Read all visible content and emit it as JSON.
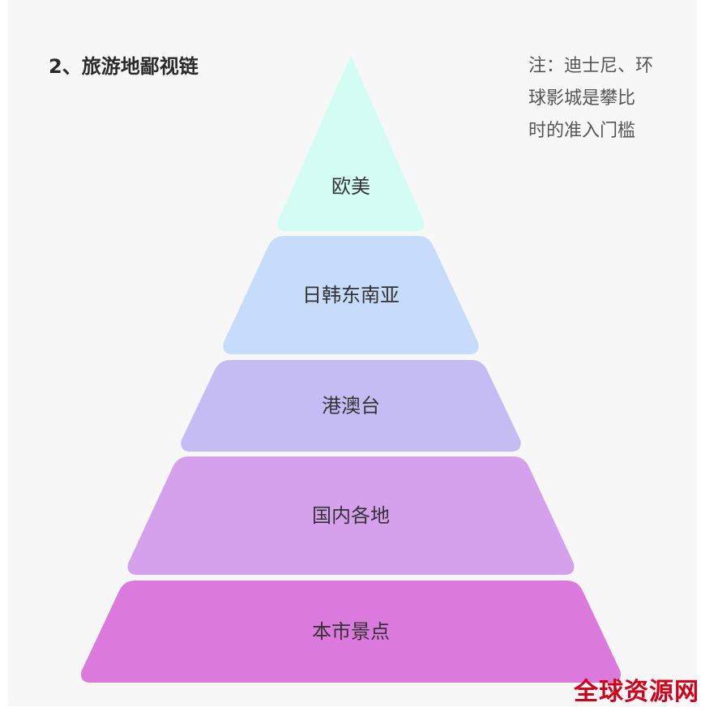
{
  "title": "2、旅游地鄙视链",
  "note": {
    "lines": [
      "注：迪士尼、环",
      "球影城是攀比",
      "时的准入门槛"
    ]
  },
  "levels": [
    {
      "label": "欧美",
      "color": "#d3fcf4"
    },
    {
      "label": "日韩东南亚",
      "color": "#c6dcfa"
    },
    {
      "label": "港澳台",
      "color": "#c5bcf4"
    },
    {
      "label": "国内各地",
      "color": "#d5a1ec"
    },
    {
      "label": "本市景点",
      "color": "#dc79dc"
    }
  ],
  "watermark": "全球资源网"
}
